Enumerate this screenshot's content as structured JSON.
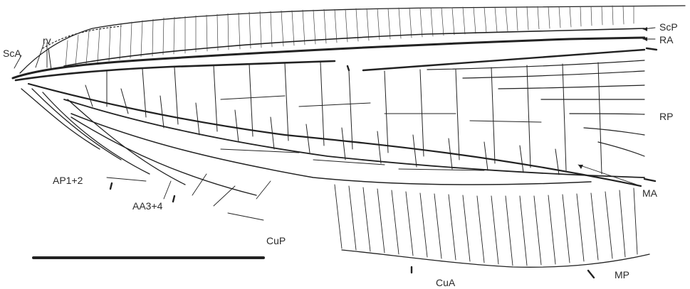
{
  "figure": {
    "labels": {
      "scp": "ScP",
      "ra": "RA",
      "sca": "ScA",
      "rv": "rv",
      "rp": "RP",
      "ma": "MA",
      "ap": "AP1+2",
      "aa": "AA3+4",
      "cup": "CuP",
      "cua": "CuA",
      "mp": "MP"
    },
    "scale_bar": "present",
    "colors": {
      "line": "#222222",
      "background": "#ffffff"
    }
  }
}
